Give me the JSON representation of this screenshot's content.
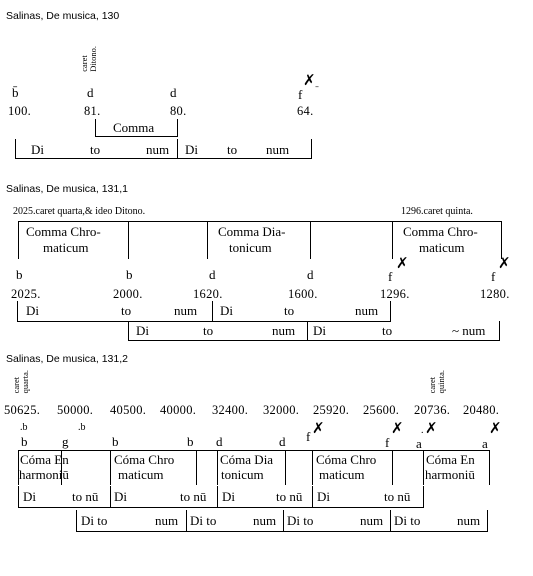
{
  "ex1": {
    "caption": "Salinas, De musica, 130",
    "annotation_lines": [
      "caret",
      "Ditono."
    ],
    "letters": [
      "b̄",
      "d",
      "d",
      "f",
      "̄"
    ],
    "sharp": "✗",
    "numbers": [
      "100.",
      "81.",
      "80.",
      "64."
    ],
    "comma": "Comma",
    "ditonum": [
      [
        "Di",
        "to",
        "num"
      ],
      [
        "Di",
        "to",
        "num"
      ]
    ]
  },
  "ex2": {
    "caption": "Salinas, De musica, 131,1",
    "note_left": "2025.caret quarta,& ideo Ditono.",
    "note_right": "1296.caret quinta.",
    "commas": [
      [
        "Comma Chro-",
        "maticum"
      ],
      [
        "Comma Dia-",
        "tonicum"
      ],
      [
        "Comma Chro-",
        "maticum"
      ]
    ],
    "letters": [
      "b",
      "b",
      "d",
      "d",
      "f",
      "f"
    ],
    "sharp": "✗",
    "numbers": [
      "2025.",
      "2000.",
      "1620.",
      "1600.",
      "1296.",
      "1280."
    ],
    "ditonum_upper": [
      [
        "Di",
        "to",
        "num"
      ],
      [
        "Di",
        "to",
        "num"
      ]
    ],
    "ditonum_lower": [
      [
        "Di",
        "to",
        "num"
      ],
      [
        "Di",
        "to",
        "~ num"
      ]
    ]
  },
  "ex3": {
    "caption": "Salinas, De musica, 131,2",
    "annot_left": [
      "caret",
      "quarta."
    ],
    "annot_right": [
      "caret",
      "quinta."
    ],
    "numbers": [
      "50625.",
      "50000.",
      "40500.",
      "40000.",
      "32400.",
      "32000.",
      "25920.",
      "25600.",
      "20736.",
      "20480."
    ],
    "letters_upper": [
      ".b",
      ".b",
      "f",
      "f",
      ".",
      "✗"
    ],
    "letters_lower": [
      "b",
      "g",
      "b",
      "b",
      "d",
      "d",
      "f",
      "a",
      "a"
    ],
    "sharp": "✗",
    "commas": [
      [
        "Cóma En",
        "harmoniū"
      ],
      [
        "Cóma Chro",
        "maticum"
      ],
      [
        "Cóma Dia",
        "tonicum"
      ],
      [
        "Cóma Chro",
        "maticum"
      ],
      [
        "Cóma En",
        "harmoniū"
      ]
    ],
    "row_upper": [
      [
        "Di",
        "to nū"
      ],
      [
        "Di",
        "to nū"
      ],
      [
        "Di",
        "to nū"
      ],
      [
        "Di",
        "to nū"
      ]
    ],
    "row_lower": [
      [
        "Di to",
        "num"
      ],
      [
        "Di to",
        "num"
      ],
      [
        "Di to",
        "num"
      ],
      [
        "Di to",
        "num"
      ]
    ]
  }
}
